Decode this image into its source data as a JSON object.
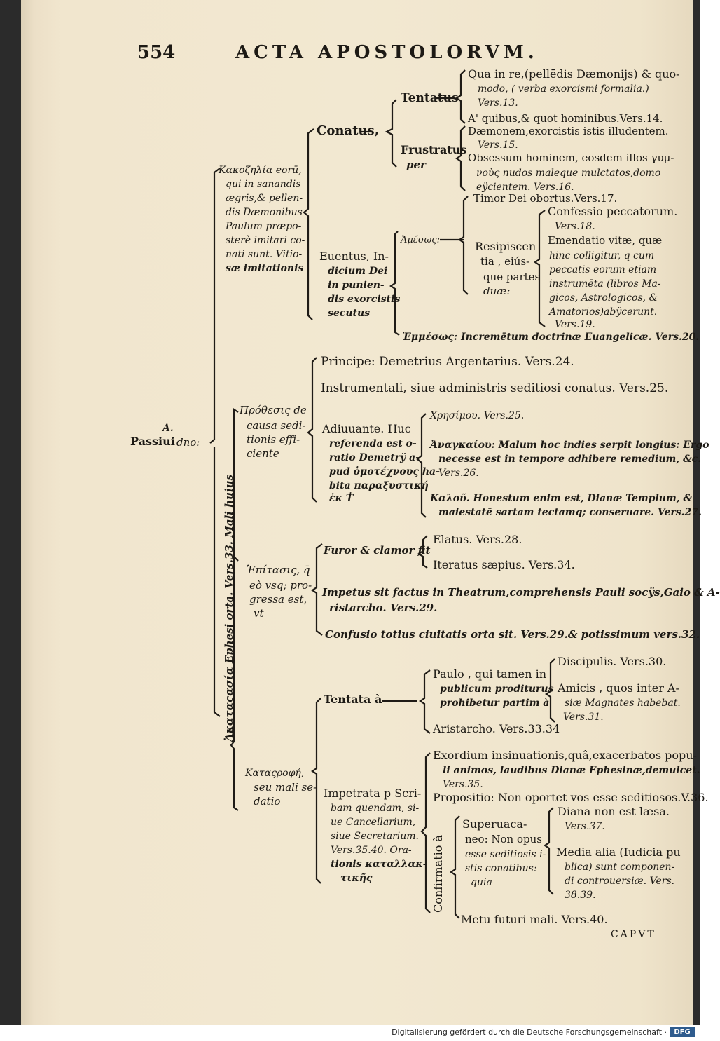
{
  "page": {
    "number": "554",
    "running_head": "ACTA APOSTOLORVM.",
    "catchword": "CAPVT"
  },
  "root": {
    "label_a": "A.",
    "label_b": "Passiui",
    "label_c": "dno:"
  },
  "vertical_label": "Ἀκαταςασία Ephesi orta. Vers.33. Mali huius",
  "s1": {
    "intro": [
      "Κακοζηλία eorū,",
      "qui in sanandis",
      "ægris,& pellen-",
      "dis Dæmonibus",
      "Paulum præpo-",
      "sterè imitari co-",
      "nati sunt. Vitio-",
      "sæ imitationis"
    ],
    "conatus": "Conatus,",
    "tentatus": "Tentatus",
    "tentatus_items": [
      "Qua in re,(pellēdis Dæmonijs) & quo-",
      "modo, ( verba exorcismi formalia.)",
      "Vers.13.",
      "A' quibus,& quot hominibus.Vers.14."
    ],
    "frustratus": [
      "Frustratus",
      "per"
    ],
    "frustratus_items": [
      "Dæmonem,exorcistis istis illudentem.",
      "Vers.15.",
      "Obsessum hominem, eosdem illos γυμ-",
      "νοὺς nudos maleque mulctatos,domo",
      "eÿcientem. Vers.16."
    ],
    "euentus": [
      "Euentus, In-",
      "dicium Dei",
      "in punien-",
      "dis exorcistis",
      "secutus"
    ],
    "amesos": "Ἀμέσως:",
    "timor": "Timor Dei obortus.Vers.17.",
    "resipiscentia": [
      "Resipiscen",
      "tia , eiús-",
      "que partes",
      "duæ:"
    ],
    "resip_items": [
      "Confessio peccatorum.",
      "Vers.18.",
      "Emendatio vitæ, quæ",
      "hinc colligitur, q cum",
      "peccatis eorum etiam",
      "instrumēta (libros Ma-",
      "gicos, Astrologicos, &",
      "Amatorios)abÿcerunt.",
      "Vers.19."
    ],
    "emmesos": "Ἐμμέσως: Incremētum doctrinæ Euangelicæ. Vers.20."
  },
  "s2": {
    "prothesis": [
      "Πρόθεσις de",
      "causa sedi-",
      "tionis effi-",
      "ciente"
    ],
    "principe": "Principe: Demetrius Argentarius. Vers.24.",
    "instrumentali": "Instrumentali, siue administris seditiosi conatus. Vers.25.",
    "adiuuante": [
      "Adiuuante. Huc",
      "referenda est o-",
      "ratio Demetrÿ a-",
      "pud ὁμοτέχνους ha-",
      "bita παραξυστική",
      "ἐκ Ṫ"
    ],
    "chresimou": "Χρησίμου. Vers.25.",
    "anankaiou": [
      "Ἀναγκαίου: Malum hoc indies serpit longius: Ergo",
      "necesse est in tempore adhibere remedium, &c.",
      "Vers.26."
    ],
    "kalou": [
      "Καλοῦ. Honestum enim est, Dianæ Templum, &",
      "maiestatē sartam tectamq; conseruare. Vers.27."
    ],
    "epitasis": [
      "Ἐπίτασις, q̄",
      "eò vsq; pro-",
      "gressa est,",
      "vt"
    ],
    "furor": "Furor & clamor fit",
    "elatus": "Elatus. Vers.28.",
    "iteratus": "Iteratus sæpius. Vers.34.",
    "impetus": [
      "Impetus sit factus in Theatrum,comprehensis Pauli socÿs,Gaio & A-",
      "ristarcho. Vers.29."
    ],
    "confusio": "Confusio totius ciuitatis orta sit. Vers.29.& potissimum vers.32.",
    "katastrophe": [
      "Καταςροφή,",
      "seu mali se-",
      "datio"
    ],
    "tentata": "Tentata à",
    "paulo": [
      "Paulo , qui tamen in",
      "publicum proditurus",
      "prohibetur partim à"
    ],
    "paulo_items": [
      "Discipulis. Vers.30.",
      "Amicis , quos inter A-",
      "siæ Magnates habebat.",
      "Vers.31."
    ],
    "aristarcho": "Aristarcho. Vers.33.34",
    "impetrata": [
      "Impetrata p Scri-",
      "bam quendam, si-",
      "ue Cancellarium,",
      "siue Secretarium.",
      "Vers.35.40. Ora-",
      "tionis καταλλακ-",
      "τικῆς"
    ],
    "exordium": [
      "Exordium insinuationis,quâ,exacerbatos popu-",
      "li animos, laudibus Dianæ Ephesinæ,demulcet.",
      "Vers.35."
    ],
    "propositio": "Propositio: Non oportet vos esse seditiosos.V.36.",
    "confirmatio": "Confirmatio à",
    "superuacaneo": [
      "Superuaca-",
      "neo: Non opus",
      "esse seditiosis i-",
      "stis conatibus:",
      "quia"
    ],
    "diana": [
      "Diana non est læsa.",
      "Vers.37."
    ],
    "media": [
      "Media alia (Iudicia pu",
      "blica) sunt componen-",
      "di controuersiæ. Vers.",
      "38.39."
    ],
    "metu": "Metu futuri mali. Vers.40."
  },
  "footer": {
    "text": "Digitalisierung gefördert durch die Deutsche Forschungsgemeinschaft ·",
    "logo": "DFG"
  }
}
